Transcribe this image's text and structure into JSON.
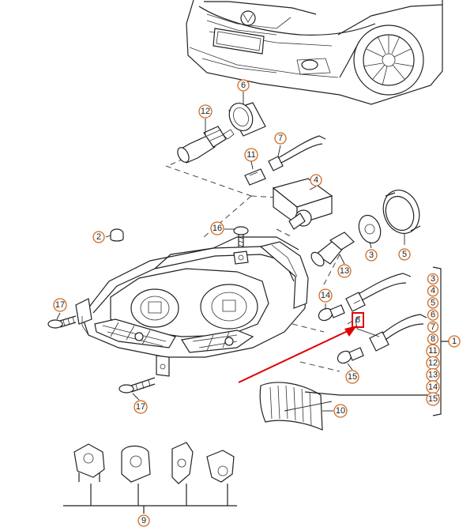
{
  "callouts": {
    "c6": "6",
    "c12": "12",
    "c7": "7",
    "c11": "11",
    "c4": "4",
    "c16": "16",
    "c2": "2",
    "c3": "3",
    "c5": "5",
    "c13": "13",
    "c14": "14",
    "c17a": "17",
    "c17b": "17",
    "c8": "8",
    "c15": "15",
    "c10": "10",
    "c9": "9",
    "c1": "1"
  },
  "parts_list": [
    "3",
    "4",
    "5",
    "6",
    "7",
    "8",
    "11",
    "12",
    "13",
    "14",
    "15"
  ],
  "colors": {
    "callout_ring": "#d2691e",
    "highlight_box": "#e00000",
    "arrow": "#e00000",
    "line": "#222222"
  }
}
